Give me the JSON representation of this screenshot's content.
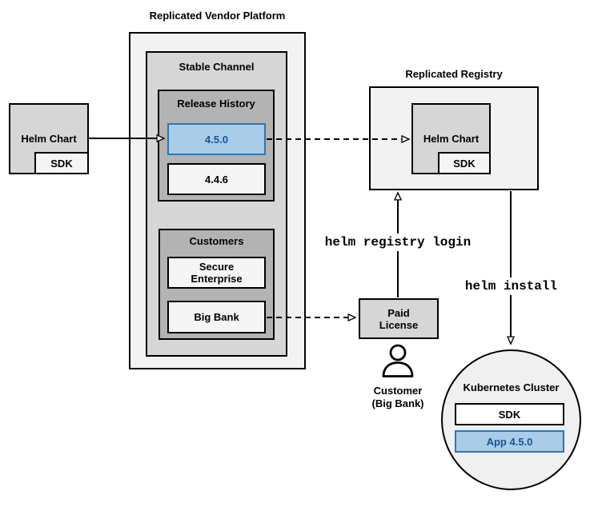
{
  "vendor_platform": {
    "title": "Replicated Vendor Platform",
    "stable_channel": {
      "title": "Stable Channel",
      "release_history": {
        "title": "Release History",
        "release_new": "4.5.0",
        "release_old": "4.4.6"
      },
      "customers": {
        "title": "Customers",
        "customer_1": "Secure\nEnterprise",
        "customer_2": "Big Bank"
      }
    }
  },
  "source_chart": {
    "label": "Helm Chart",
    "sdk_label": "SDK"
  },
  "registry": {
    "title": "Replicated Registry",
    "chart_label": "Helm Chart",
    "sdk_label": "SDK"
  },
  "paid_license": {
    "label": "Paid\nLicense"
  },
  "customer_actor": {
    "label": "Customer\n(Big Bank)"
  },
  "kubernetes_cluster": {
    "title": "Kubernetes Cluster",
    "sdk_label": "SDK",
    "app_label": "App 4.5.0"
  },
  "commands": {
    "registry_login": "helm registry login",
    "install": "helm install"
  },
  "colors": {
    "outer_fill": "#f2f2f2",
    "mid_fill": "#d6d6d6",
    "inner_fill": "#b3b3b3",
    "panel_fill": "#f5f5f5",
    "pure_white": "#ffffff",
    "circle_fill": "#f0f0f0",
    "accent_fill": "#a9cce9",
    "accent_stroke": "#2e75b6",
    "accent_text": "#1a5490",
    "stroke": "#000000"
  }
}
